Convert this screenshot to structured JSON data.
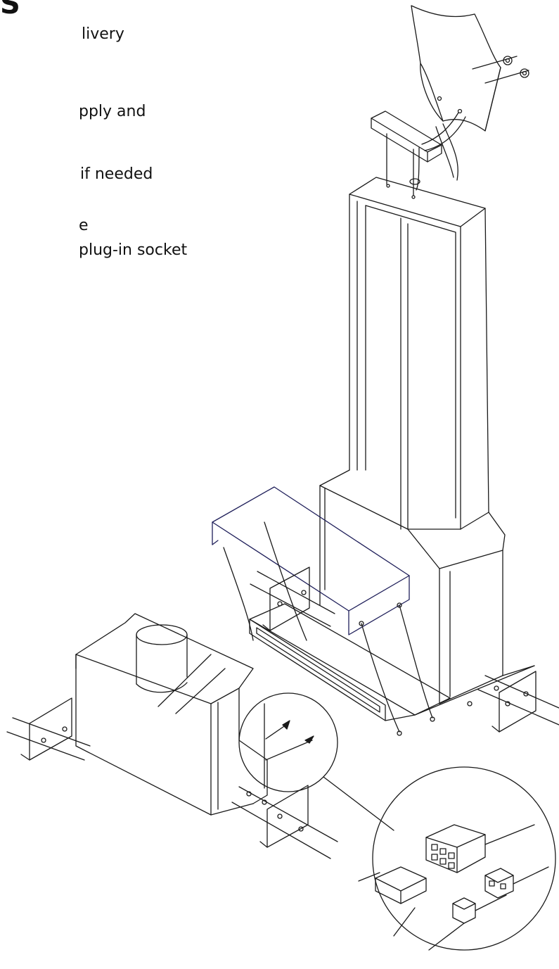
{
  "instructions": {
    "heading": "S",
    "lines": [
      "livery",
      "pply and",
      "if needed",
      "e",
      "plug-in socket"
    ]
  },
  "figure": {
    "subject": "exploded assembly drawing: column unit, top bracket with curved panel, cross cover, base tray, tank unit with cap, mounting brackets and connector detail",
    "line_color": "#1a1a1a",
    "background": "#ffffff"
  }
}
